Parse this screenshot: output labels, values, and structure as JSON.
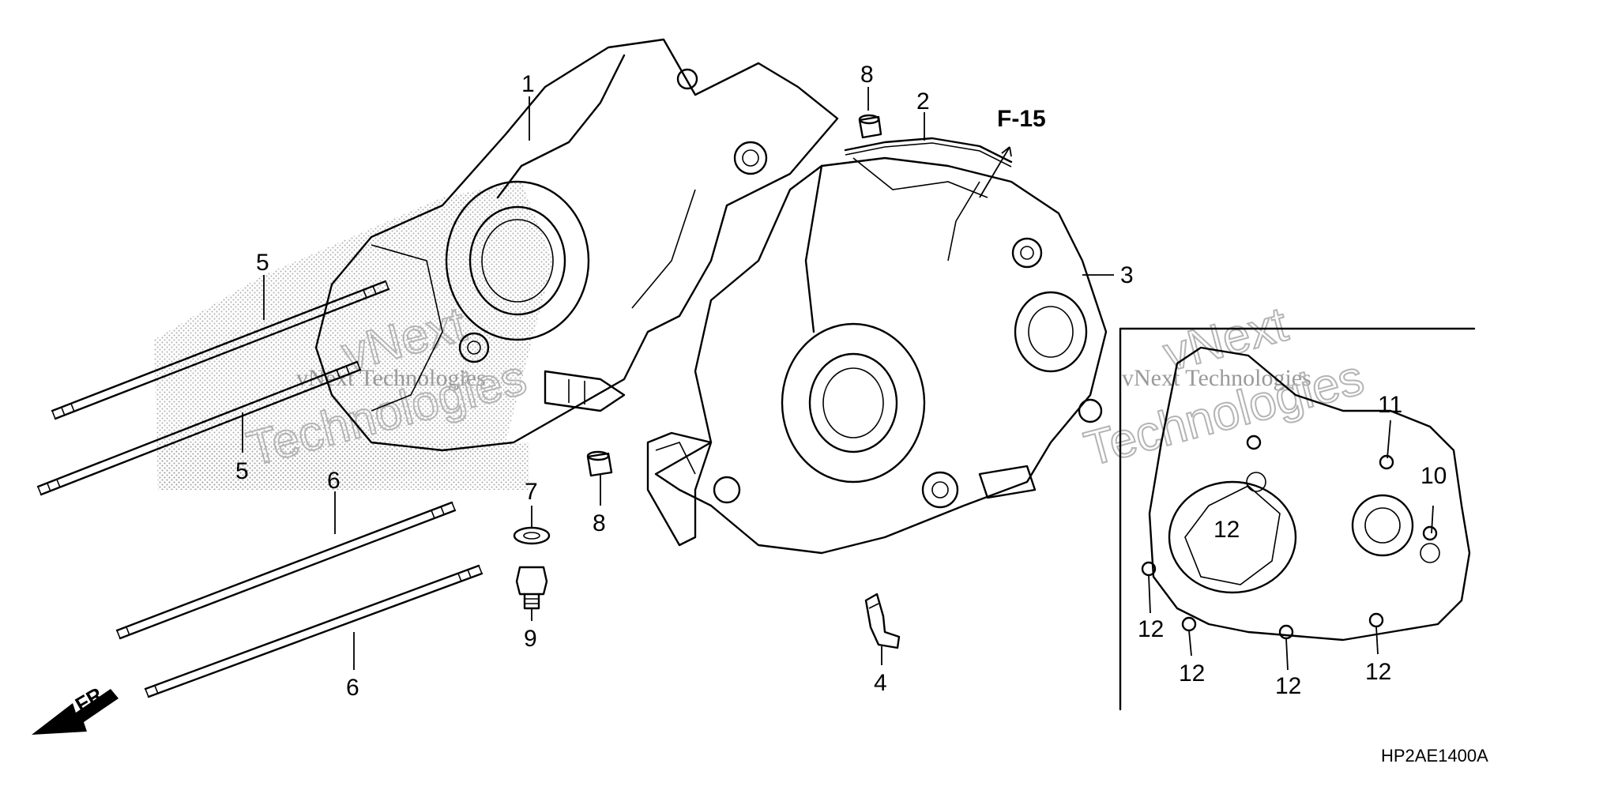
{
  "diagram": {
    "callouts": [
      {
        "id": "c1",
        "text": "1"
      },
      {
        "id": "c2",
        "text": "2"
      },
      {
        "id": "c3",
        "text": "3"
      },
      {
        "id": "c4",
        "text": "4"
      },
      {
        "id": "c5a",
        "text": "5"
      },
      {
        "id": "c5b",
        "text": "5"
      },
      {
        "id": "c6a",
        "text": "6"
      },
      {
        "id": "c6b",
        "text": "6"
      },
      {
        "id": "c7",
        "text": "7"
      },
      {
        "id": "c8a",
        "text": "8"
      },
      {
        "id": "c8b",
        "text": "8"
      },
      {
        "id": "c9",
        "text": "9"
      },
      {
        "id": "c10",
        "text": "10"
      },
      {
        "id": "c11",
        "text": "11"
      },
      {
        "id": "c12a",
        "text": "12"
      },
      {
        "id": "c12b",
        "text": "12"
      },
      {
        "id": "c12c",
        "text": "12"
      },
      {
        "id": "c12d",
        "text": "12"
      },
      {
        "id": "c12e",
        "text": "12"
      }
    ],
    "reference": "F-15",
    "direction": "FR.",
    "code": "HP2AE1400A",
    "watermarks": [
      "vNext Technologies",
      "vNext Technologies",
      "vNext",
      "Technologies",
      "vNext",
      "Technologies"
    ]
  }
}
